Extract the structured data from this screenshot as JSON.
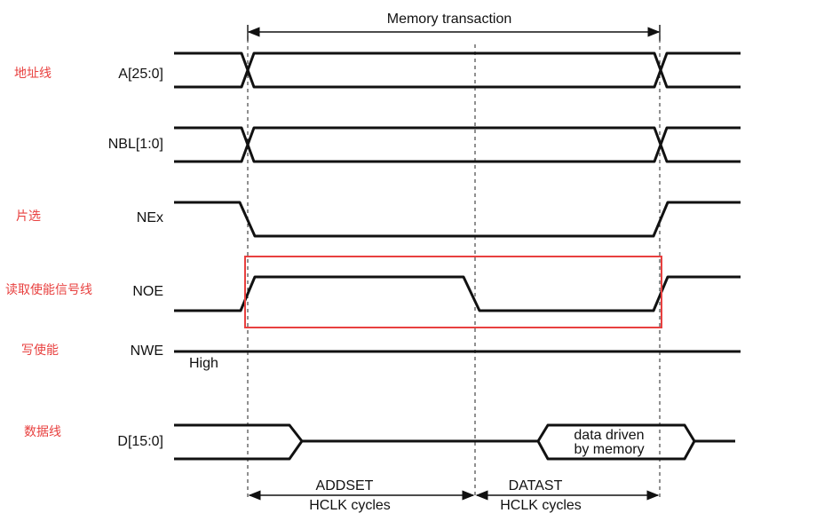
{
  "title": "Memory transaction",
  "annotation_color": "#e8403f",
  "signals": [
    {
      "name": "A[25:0]",
      "annotation": "地址线"
    },
    {
      "name": "NBL[1:0]",
      "annotation": ""
    },
    {
      "name": "NEx",
      "annotation": "片选"
    },
    {
      "name": "NOE",
      "annotation": "读取使能信号线"
    },
    {
      "name": "NWE",
      "annotation": "写使能",
      "state": "High"
    },
    {
      "name": "D[15:0]",
      "annotation": "数据线",
      "data_label_line1": "data driven",
      "data_label_line2": "by memory"
    }
  ],
  "phases": [
    {
      "name": "ADDSET",
      "unit": "HCLK cycles"
    },
    {
      "name": "DATAST",
      "unit": "HCLK cycles"
    }
  ]
}
